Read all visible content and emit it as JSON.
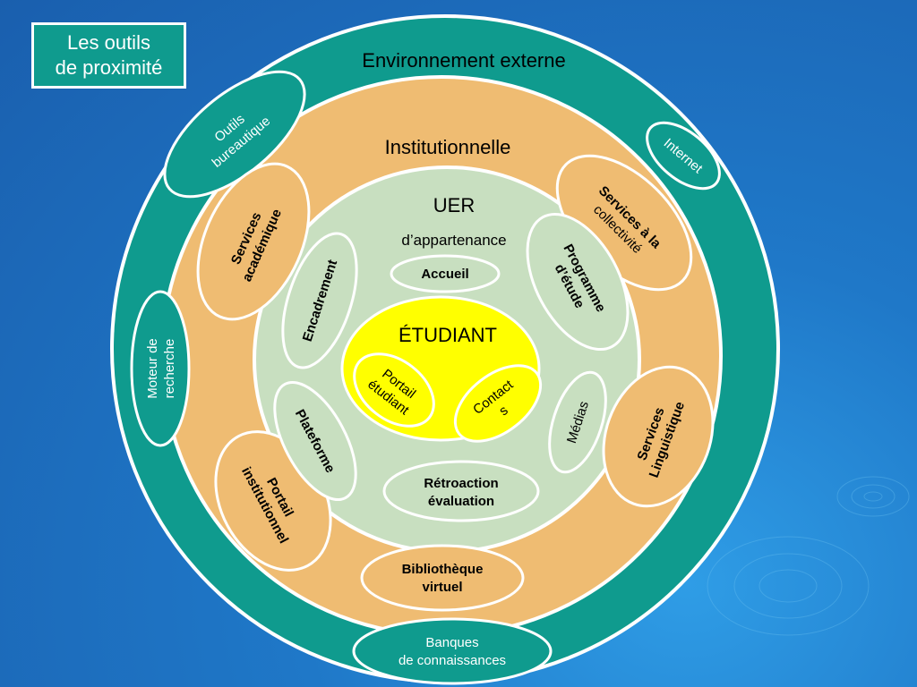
{
  "title": "Les outils\nde proximité",
  "rings": {
    "outer": "Environnement externe",
    "institutional": "Institutionnelle",
    "uer_title": "UER",
    "uer_subtitle": "d’appartenance",
    "center": "ÉTUDIANT"
  },
  "external_tools": {
    "outils_bureautique": [
      "Outils",
      "bureautique"
    ],
    "internet": "Internet",
    "moteur_recherche": [
      "Moteur de",
      "recherche"
    ],
    "banques": [
      "Banques",
      "de connaissances"
    ]
  },
  "institutional_services": {
    "services_academique": [
      "Services",
      "académique"
    ],
    "services_collectivite": [
      "Services à la",
      "collectivité"
    ],
    "services_linguistique": [
      "Services",
      "Linguistique"
    ],
    "portail_institutionnel": [
      "Portail",
      "institutionnel"
    ],
    "bibliotheque": [
      "Bibliothèque",
      "virtuel"
    ]
  },
  "uer_items": {
    "accueil": "Accueil",
    "encadrement": "Encadrement",
    "programme": [
      "Programme",
      "d’étude"
    ],
    "plateforme": "Plateforme",
    "medias": "Médias",
    "retroaction": [
      "Rétroaction",
      "évaluation"
    ]
  },
  "student_items": {
    "portail_etudiant": [
      "Portail",
      "étudiant"
    ],
    "contacts": [
      "Contact",
      "s"
    ]
  },
  "colors": {
    "teal": "#0f9b8e",
    "orange": "#efbc72",
    "light_green": "#c8dfc0",
    "yellow": "#ffff00",
    "white": "#ffffff"
  }
}
